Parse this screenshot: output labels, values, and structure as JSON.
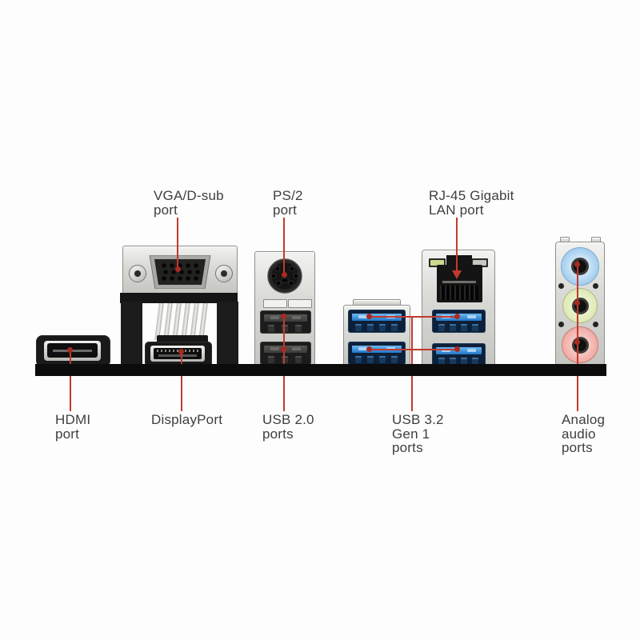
{
  "figure": {
    "description": "Motherboard rear I/O panel diagram with callout labels",
    "background": "#fdfdfd"
  },
  "colors": {
    "leader_line": "#c23a2e",
    "panel_bar": "#0c0c0c",
    "housing_silver": "#d6d6d2",
    "usb2_black": "#1c1c1c",
    "usb3_blue": "#2276c6",
    "audio_line_in_blue": "#aed4f0",
    "audio_line_out_green": "#e2ecbc",
    "audio_mic_pink": "#f2b3ad",
    "lan_led_active": "#ccd88e"
  },
  "callouts": {
    "top": [
      {
        "id": "vga",
        "lines": [
          "VGA/D-sub",
          "port"
        ]
      },
      {
        "id": "ps2",
        "lines": [
          "PS/2",
          "port"
        ]
      },
      {
        "id": "lan",
        "lines": [
          "RJ-45 Gigabit",
          "LAN port"
        ]
      }
    ],
    "bottom": [
      {
        "id": "hdmi",
        "lines": [
          "HDMI",
          "port"
        ]
      },
      {
        "id": "displayport",
        "lines": [
          "DisplayPort"
        ]
      },
      {
        "id": "usb2",
        "lines": [
          "USB 2.0",
          "ports"
        ]
      },
      {
        "id": "usb3",
        "lines": [
          "USB 3.2",
          "Gen 1",
          "ports"
        ]
      },
      {
        "id": "audio",
        "lines": [
          "Analog",
          "audio",
          "ports"
        ]
      }
    ]
  },
  "ports": [
    "hdmi-port",
    "displayport",
    "vga-d-sub-port",
    "ps2-port",
    "usb2-port-1",
    "usb2-port-2",
    "usb3-gen1-port-1",
    "usb3-gen1-port-2",
    "usb3-gen1-port-3",
    "usb3-gen1-port-4",
    "rj45-lan-port",
    "audio-line-in-jack",
    "audio-line-out-jack",
    "audio-mic-jack"
  ]
}
